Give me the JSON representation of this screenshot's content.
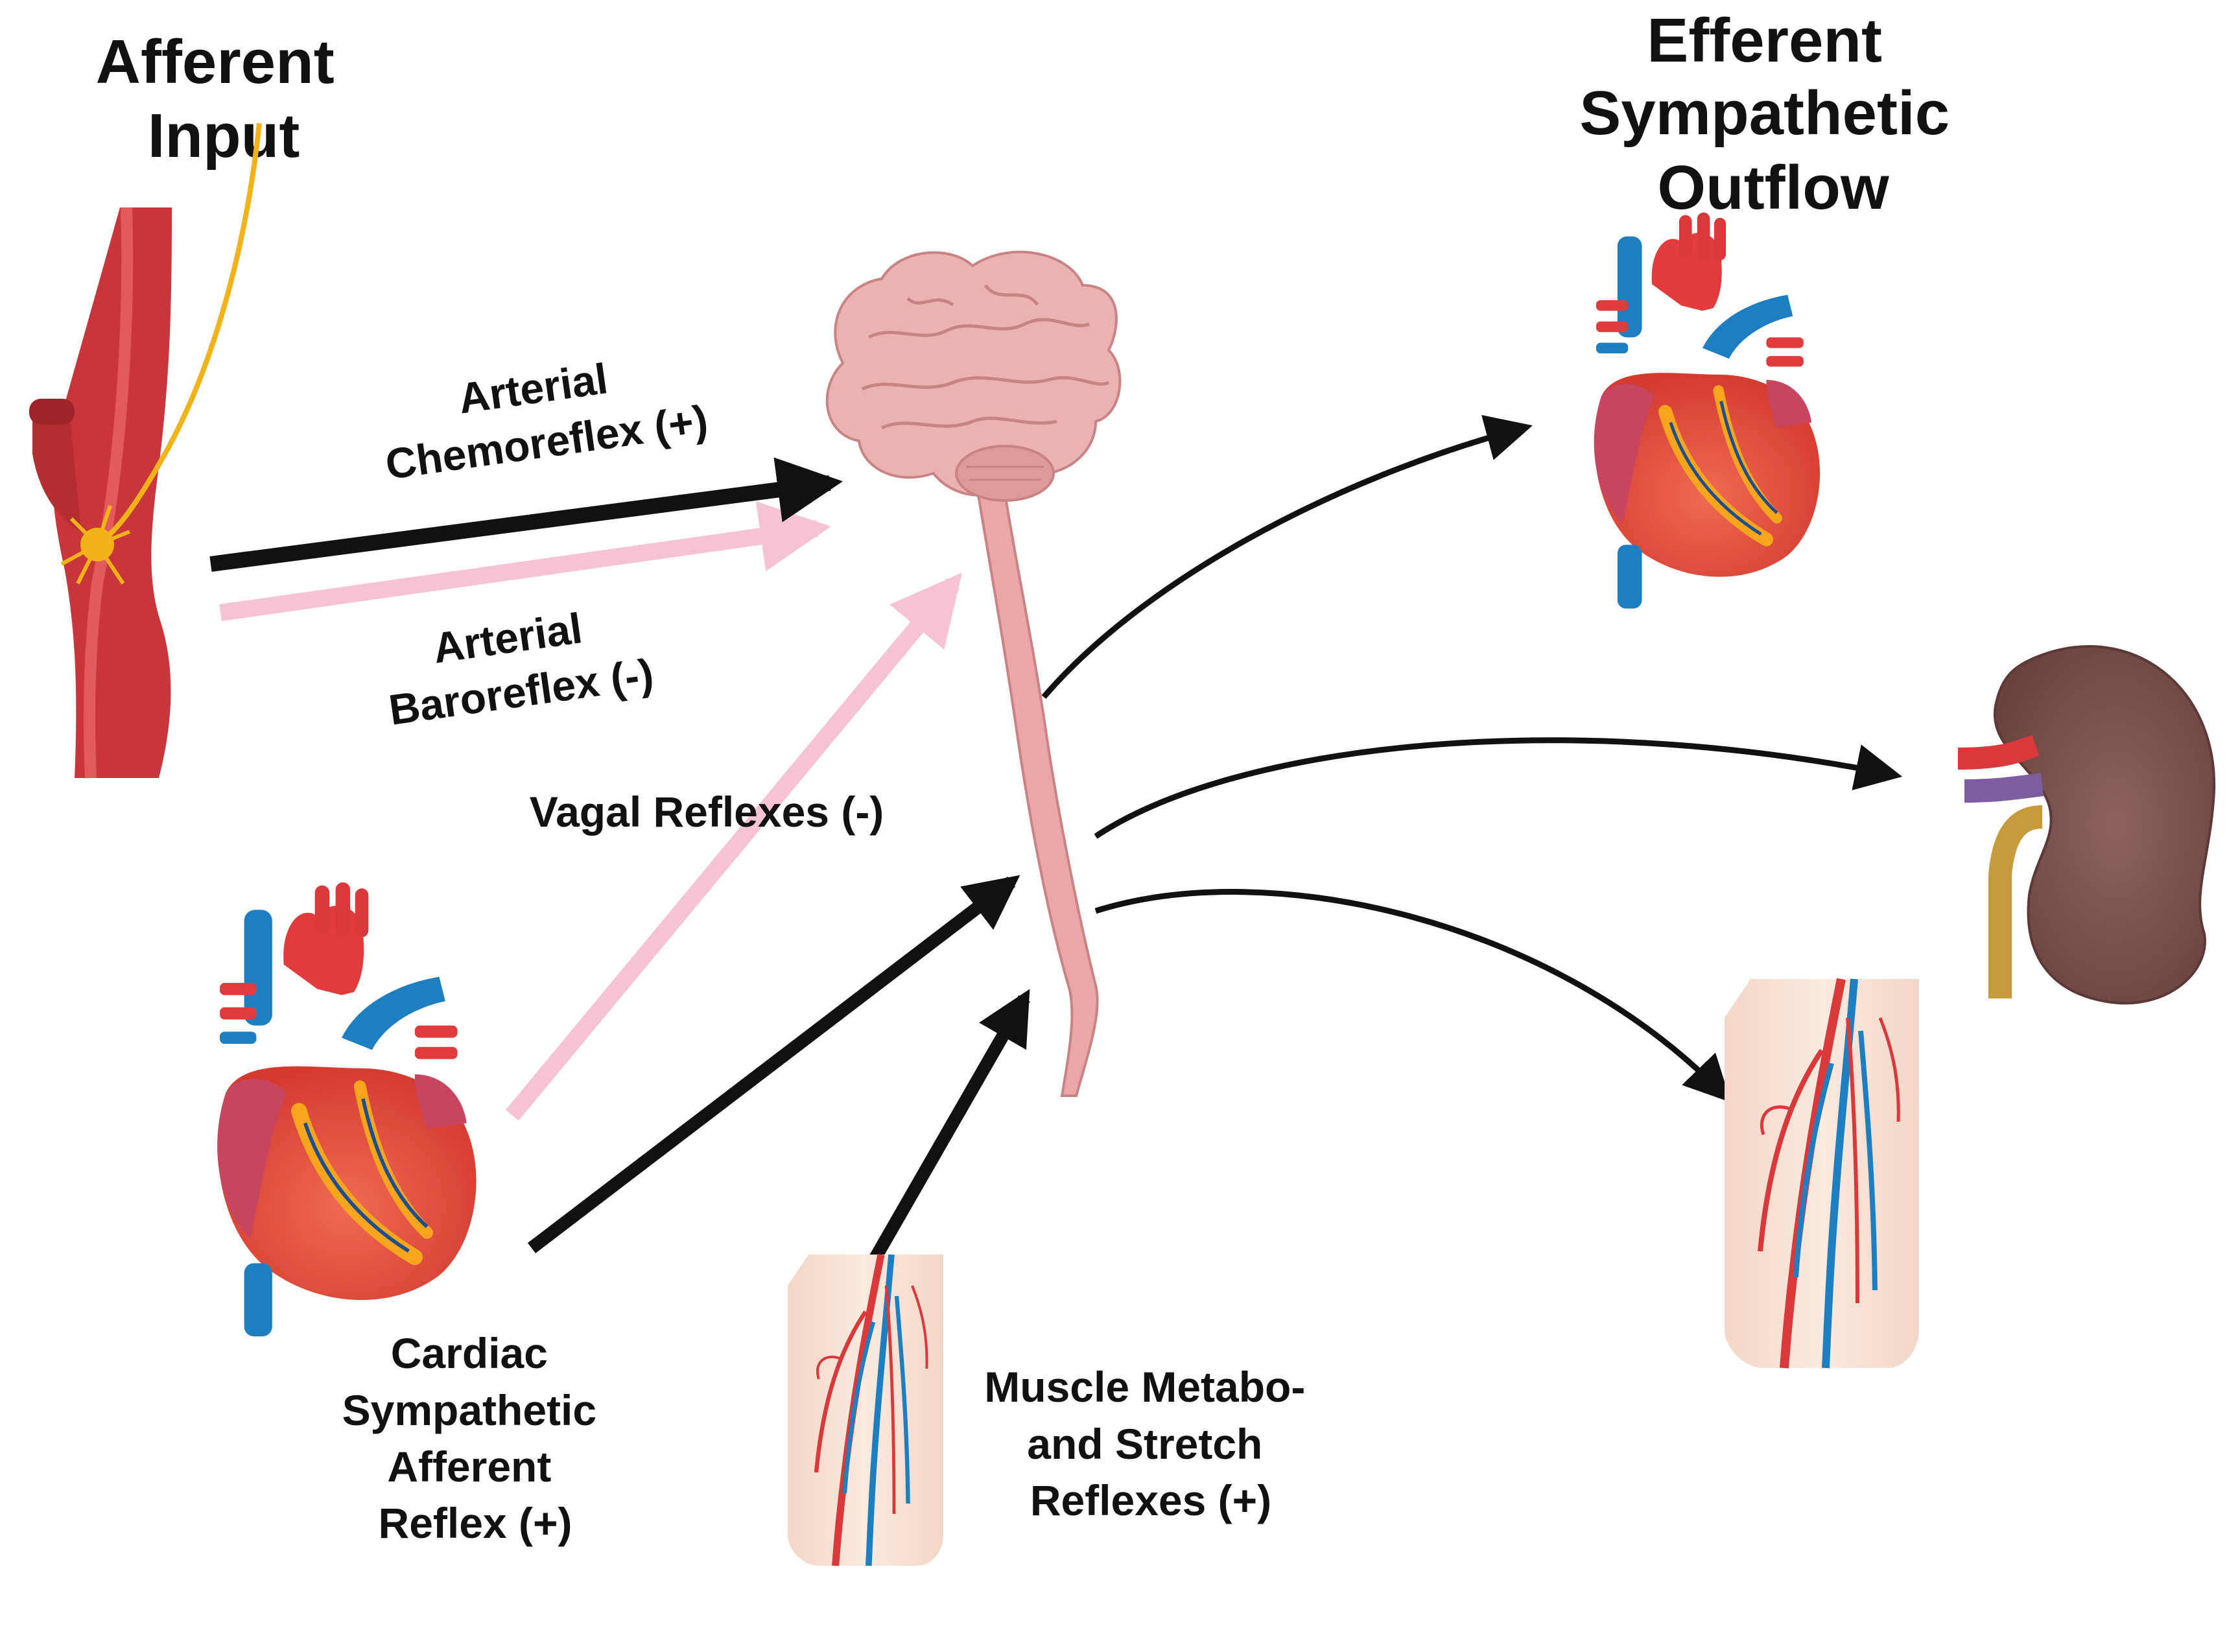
{
  "headings": {
    "afferent": [
      "Afferent",
      "Input"
    ],
    "efferent": [
      "Efferent",
      "Sympathetic",
      "Outflow"
    ]
  },
  "reflexes": {
    "chemoreflex": [
      "Arterial",
      "Chemoreflex (+)"
    ],
    "baroreflex": [
      "Arterial",
      "Baroreflex (-)"
    ],
    "vagal": [
      "Vagal Reflexes (-)"
    ],
    "cardiac": [
      "Cardiac",
      "Sympathetic",
      "Afferent",
      "Reflex (+)"
    ],
    "muscle": [
      "Muscle Metabo-",
      "and Stretch",
      "Reflexes (+)"
    ]
  },
  "colors": {
    "excitatory_arrow": "#111111",
    "inhibitory_arrow": "#f6c3d6",
    "artery_red": "#c8353a",
    "vein_blue": "#1e7fc0",
    "nerve_yellow": "#f2b21a",
    "brain_pink": "#e9a9a8",
    "kidney_brown": "#7e5450",
    "skin": "#f6e0d2"
  },
  "icons": [
    "carotid-artery-icon",
    "brain-spinal-cord-icon",
    "heart-icon",
    "kidney-icon",
    "leg-vessels-icon"
  ]
}
